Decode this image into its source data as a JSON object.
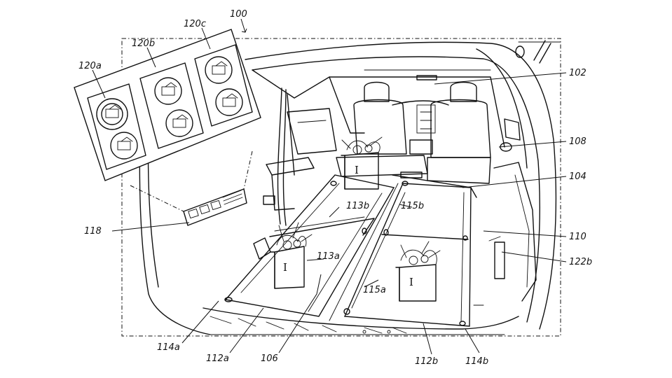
{
  "figure": {
    "main_ref": "100",
    "bag_mark": "I",
    "callouts": {
      "r100": "100",
      "r102": "102",
      "r104": "104",
      "r106": "106",
      "r108": "108",
      "r110": "110",
      "r112a": "112a",
      "r112b": "112b",
      "r113a": "113a",
      "r113b": "113b",
      "r114a": "114a",
      "r114b": "114b",
      "r115a": "115a",
      "r115b": "115b",
      "r118": "118",
      "r120a": "120a",
      "r120b": "120b",
      "r120c": "120c",
      "r122b": "122b"
    }
  }
}
